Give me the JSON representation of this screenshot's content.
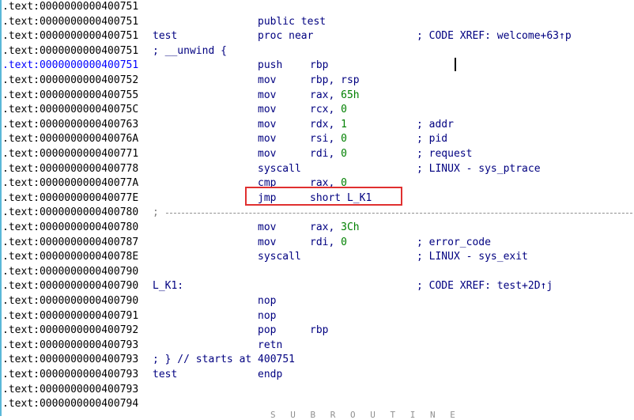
{
  "segment_prefix": ".text:",
  "rows": [
    {
      "addr": "0000000000400751",
      "name": "",
      "mnem": "",
      "ops": "",
      "num": "",
      "cmt": ""
    },
    {
      "addr": "0000000000400751",
      "name": "",
      "mnem": "public test",
      "ops": "",
      "num": "",
      "cmt": ""
    },
    {
      "addr": "0000000000400751",
      "name": "test",
      "mnem": "proc near",
      "ops": "",
      "num": "",
      "cmt": "; CODE XREF: welcome+63↑p"
    },
    {
      "addr": "0000000000400751",
      "name": "; __unwind {",
      "mnem": "",
      "ops": "",
      "num": "",
      "cmt": ""
    },
    {
      "addr": "0000000000400751",
      "name": "",
      "mnem": "push",
      "ops": "rbp",
      "num": "",
      "cmt": "",
      "hl": true
    },
    {
      "addr": "0000000000400752",
      "name": "",
      "mnem": "mov",
      "ops": "rbp, rsp",
      "num": "",
      "cmt": ""
    },
    {
      "addr": "0000000000400755",
      "name": "",
      "mnem": "mov",
      "ops": "rax, ",
      "num": "65h",
      "cmt": ""
    },
    {
      "addr": "000000000040075C",
      "name": "",
      "mnem": "mov",
      "ops": "rcx, ",
      "num": "0",
      "cmt": ""
    },
    {
      "addr": "0000000000400763",
      "name": "",
      "mnem": "mov",
      "ops": "rdx, ",
      "num": "1",
      "cmt": "; addr"
    },
    {
      "addr": "000000000040076A",
      "name": "",
      "mnem": "mov",
      "ops": "rsi, ",
      "num": "0",
      "cmt": "; pid"
    },
    {
      "addr": "0000000000400771",
      "name": "",
      "mnem": "mov",
      "ops": "rdi, ",
      "num": "0",
      "cmt": "; request"
    },
    {
      "addr": "0000000000400778",
      "name": "",
      "mnem": "syscall",
      "ops": "",
      "num": "",
      "cmt": "; LINUX - sys_ptrace"
    },
    {
      "addr": "000000000040077A",
      "name": "",
      "mnem": "cmp",
      "ops": "rax, ",
      "num": "0",
      "cmt": ""
    },
    {
      "addr": "000000000040077E",
      "name": "",
      "mnem": "jmp",
      "ops": "short L_K1",
      "num": "",
      "cmt": ""
    },
    {
      "addr": "0000000000400780",
      "name": "",
      "mnem": "",
      "ops": "",
      "num": "",
      "cmt": "",
      "separator": true
    },
    {
      "addr": "0000000000400780",
      "name": "",
      "mnem": "mov",
      "ops": "rax, ",
      "num": "3Ch",
      "cmt": ""
    },
    {
      "addr": "0000000000400787",
      "name": "",
      "mnem": "mov",
      "ops": "rdi, ",
      "num": "0",
      "cmt": "; error_code"
    },
    {
      "addr": "000000000040078E",
      "name": "",
      "mnem": "syscall",
      "ops": "",
      "num": "",
      "cmt": "; LINUX - sys_exit"
    },
    {
      "addr": "0000000000400790",
      "name": "",
      "mnem": "",
      "ops": "",
      "num": "",
      "cmt": ""
    },
    {
      "addr": "0000000000400790",
      "name": "L_K1:",
      "mnem": "",
      "ops": "",
      "num": "",
      "cmt": "; CODE XREF: test+2D↑j"
    },
    {
      "addr": "0000000000400790",
      "name": "",
      "mnem": "nop",
      "ops": "",
      "num": "",
      "cmt": ""
    },
    {
      "addr": "0000000000400791",
      "name": "",
      "mnem": "nop",
      "ops": "",
      "num": "",
      "cmt": ""
    },
    {
      "addr": "0000000000400792",
      "name": "",
      "mnem": "pop",
      "ops": "rbp",
      "num": "",
      "cmt": ""
    },
    {
      "addr": "0000000000400793",
      "name": "",
      "mnem": "retn",
      "ops": "",
      "num": "",
      "cmt": ""
    },
    {
      "addr": "0000000000400793",
      "name": "; } // starts at 400751",
      "mnem": "",
      "ops": "",
      "num": "",
      "cmt": ""
    },
    {
      "addr": "0000000000400793",
      "name": "test",
      "mnem": "endp",
      "ops": "",
      "num": "",
      "cmt": ""
    },
    {
      "addr": "0000000000400793",
      "name": "",
      "mnem": "",
      "ops": "",
      "num": "",
      "cmt": ""
    },
    {
      "addr": "0000000000400794",
      "name": "",
      "mnem": "",
      "ops": "",
      "num": "",
      "cmt": ""
    }
  ],
  "separator_char": ";",
  "footer_text": "S U B R O U T I N E",
  "colors": {
    "address": "#000000",
    "address_highlight": "#0000ff",
    "code": "#000080",
    "number": "#008000",
    "highlight_box": "#e03030",
    "gutter": "#5bb8d8"
  }
}
